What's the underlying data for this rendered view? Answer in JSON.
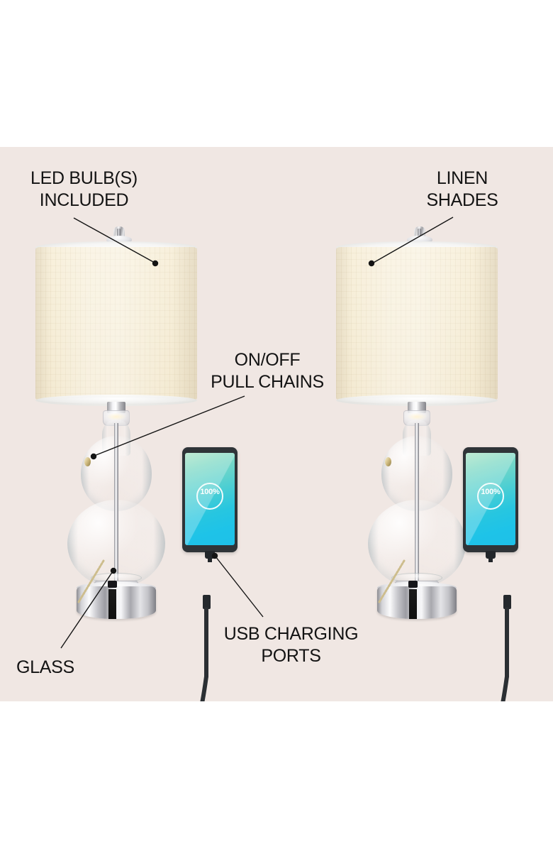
{
  "page": {
    "background_color": "#ffffff",
    "panel_color": "#f0e7e3",
    "text_color": "#131313"
  },
  "callouts": [
    {
      "id": "led-bulbs",
      "text": "LED BULB(S)\nINCLUDED",
      "position": "top-left"
    },
    {
      "id": "linen-shades",
      "text": "LINEN\nSHADES",
      "position": "top-right"
    },
    {
      "id": "pull-chains",
      "text": "ON/OFF\nPULL CHAINS",
      "position": "center"
    },
    {
      "id": "usb-ports",
      "text": "USB CHARGING\nPORTS",
      "position": "bottom-center"
    },
    {
      "id": "glass",
      "text": "GLASS",
      "position": "bottom-left"
    }
  ],
  "lamps": [
    {
      "id": "lamp-left",
      "shade": {
        "material": "linen",
        "color": "#f6eed8",
        "shape": "drum"
      },
      "body": {
        "material": "glass",
        "shape": "double-gourd",
        "color": "#ffffff"
      },
      "base": {
        "material": "chrome",
        "color": "#d3d3d7"
      },
      "finial": {
        "material": "chrome"
      },
      "pull_chain": true,
      "usb_port": true
    },
    {
      "id": "lamp-right",
      "shade": {
        "material": "linen",
        "color": "#f6eed8",
        "shape": "drum"
      },
      "body": {
        "material": "glass",
        "shape": "double-gourd",
        "color": "#ffffff"
      },
      "base": {
        "material": "chrome",
        "color": "#d3d3d7"
      },
      "finial": {
        "material": "chrome"
      },
      "pull_chain": true,
      "usb_port": true
    }
  ],
  "phones": [
    {
      "id": "phone-left",
      "battery_label": "100%",
      "screen_gradient_start": "#a8e3c4",
      "screen_gradient_end": "#1ec0e9",
      "frame_color": "#2f3438",
      "charging": true
    },
    {
      "id": "phone-right",
      "battery_label": "100%",
      "screen_gradient_start": "#a8e3c4",
      "screen_gradient_end": "#1ec0e9",
      "frame_color": "#2f3438",
      "charging": true
    }
  ],
  "leader_lines": {
    "color": "#141414",
    "dot_radius": 4.2,
    "stroke_width": 1.4
  },
  "cables": {
    "color": "#2b2f33",
    "stroke_width": 6
  }
}
